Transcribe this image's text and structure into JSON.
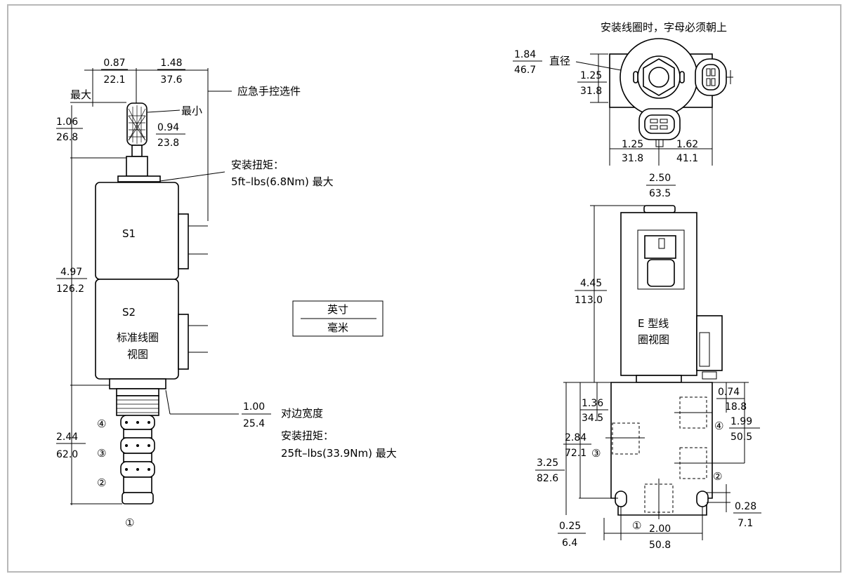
{
  "left_view": {
    "dims": {
      "top_a_in": "0.87",
      "top_a_mm": "22.1",
      "top_b_in": "1.48",
      "top_b_mm": "37.6",
      "max_label": "最大",
      "min_label": "最小",
      "knob_in": "1.06",
      "knob_mm": "26.8",
      "stem_in": "0.94",
      "stem_mm": "23.8",
      "overall_in": "4.97",
      "overall_mm": "126.2",
      "cart_in": "2.44",
      "cart_mm": "62.0",
      "hex_in": "1.00",
      "hex_mm": "25.4"
    },
    "manual_override": "应急手控选件",
    "torque_coil": [
      "安装扭矩：",
      "5ft–lbs(6.8Nm) 最大"
    ],
    "across_flats": "对边宽度",
    "torque_cart": [
      "安装扭矩：",
      "25ft–lbs(33.9Nm) 最大"
    ],
    "coil_s1": "S1",
    "coil_s2": "S2",
    "std_coil_view": [
      "标准线圈",
      "视图"
    ],
    "ports": {
      "p4": "④",
      "p3": "③",
      "p2": "②",
      "p1": "①"
    }
  },
  "legend": {
    "top": "英寸",
    "bottom": "毫米"
  },
  "right_top": {
    "note": "安装线圈时，字母必须朝上",
    "dia_in": "1.84",
    "dia_mm": "46.7",
    "dia_label": "直径",
    "v_in": "1.25",
    "v_mm": "31.8",
    "h1_in": "1.25",
    "h1_mm": "31.8",
    "h2_in": "1.62",
    "h2_mm": "41.1"
  },
  "right_bottom": {
    "width_in": "2.50",
    "width_mm": "63.5",
    "height_in": "4.45",
    "height_mm": "113.0",
    "ecoil": [
      "E 型线",
      "圈视图"
    ],
    "d1_in": "1.36",
    "d1_mm": "34.5",
    "d2_in": "2.84",
    "d2_mm": "72.1",
    "d3_in": "3.25",
    "d3_mm": "82.6",
    "d4_in": "0.74",
    "d4_mm": "18.8",
    "d5_in": "1.99",
    "d5_mm": "50.5",
    "d6_in": "0.28",
    "d6_mm": "7.1",
    "d7_in": "0.25",
    "d7_mm": "6.4",
    "d8_in": "2.00",
    "d8_mm": "50.8",
    "ports": {
      "p1": "①",
      "p2": "②",
      "p3": "③",
      "p4": "④"
    }
  }
}
